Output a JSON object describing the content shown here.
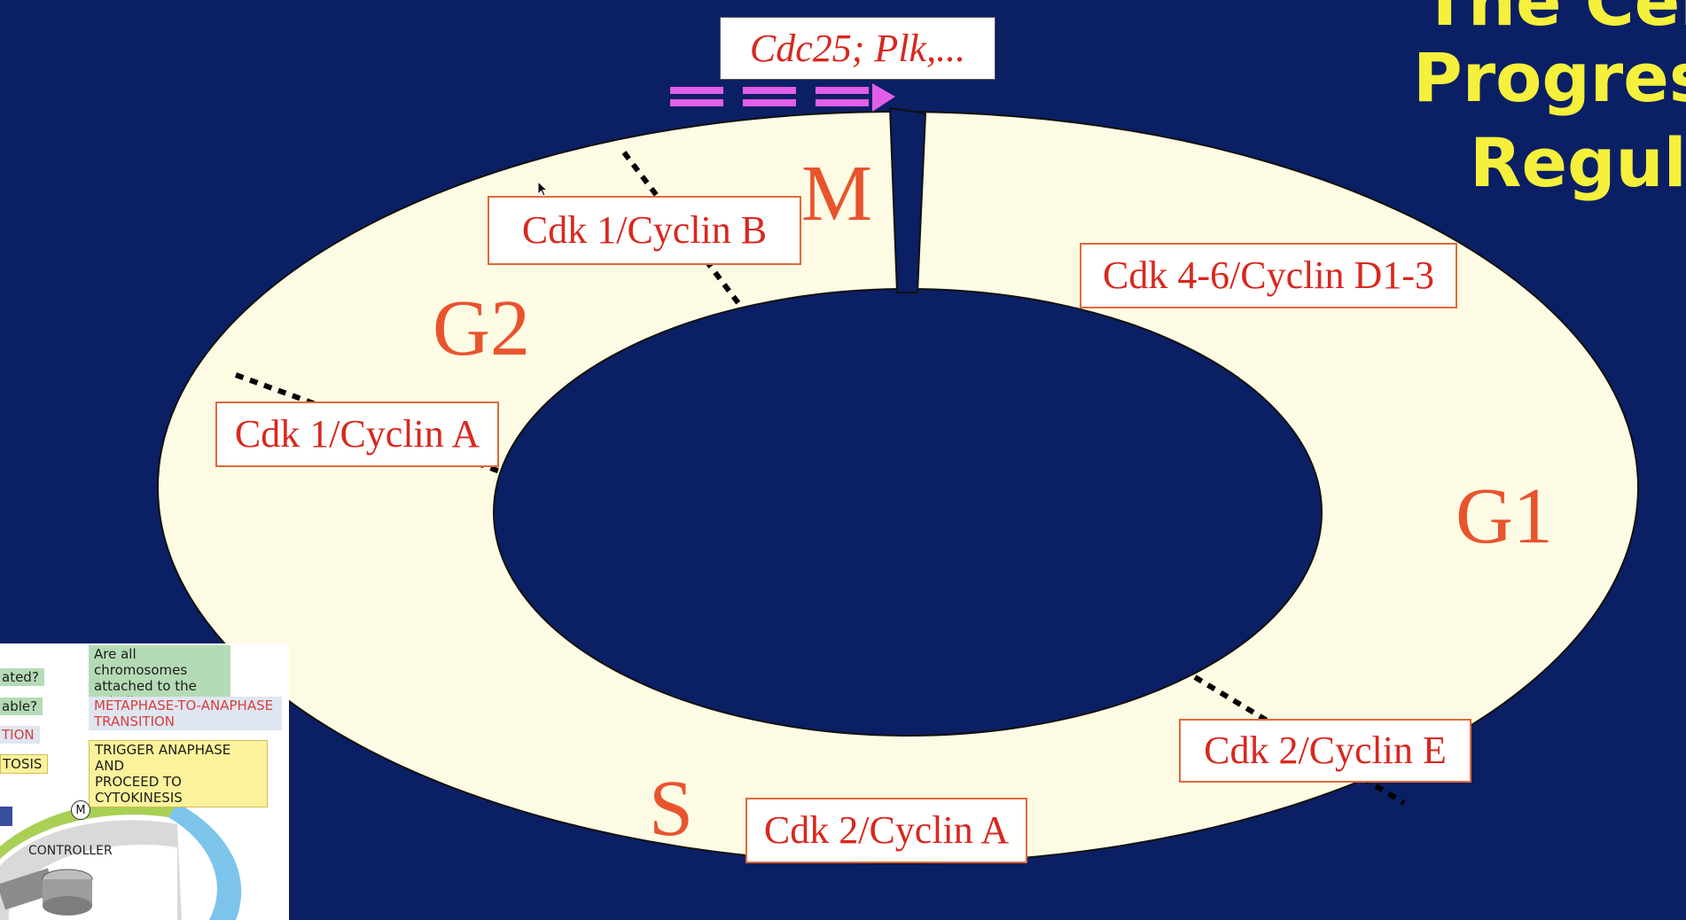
{
  "slide": {
    "title_lines": [
      "The Cell",
      "Progress",
      "Regula"
    ],
    "enzymes": "Cdc25; Plk,...",
    "phases": {
      "m": "M",
      "g1": "G1",
      "g2": "G2",
      "s": "S"
    },
    "complexes": {
      "cdk1_cyclin_b": "Cdk 1/Cyclin B",
      "cdk46_cyclin_d": "Cdk 4-6/Cyclin D1-3",
      "cdk1_cyclin_a": "Cdk 1/Cyclin A",
      "cdk2_cyclin_e": "Cdk 2/Cyclin E",
      "cdk2_cyclin_a": "Cdk 2/Cyclin A"
    },
    "colors": {
      "background": "#0b1f64",
      "ring": "#fdfbe3",
      "label_text": "#d8281f",
      "phase_text": "#e8542e",
      "title": "#f4f03c",
      "arrow": "#e25ee8"
    }
  },
  "inset": {
    "q_chromosomes": "Are all chromosomes\nattached to the spindle?",
    "transition": "METAPHASE-TO-ANAPHASE\nTRANSITION",
    "trigger": "TRIGGER ANAPHASE AND\nPROCEED TO CYTOKINESIS",
    "left_fragments": [
      "ated?",
      "able?",
      "TION",
      "TOSIS"
    ],
    "controller": "CONTROLLER",
    "m_marker": "M"
  }
}
